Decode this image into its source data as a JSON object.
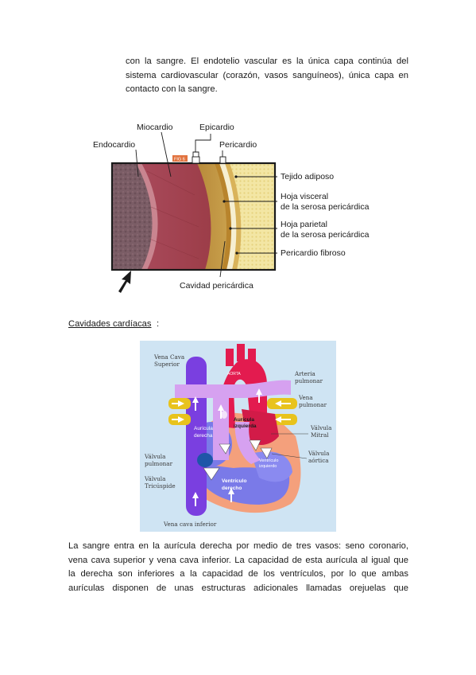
{
  "paragraph1": {
    "lines": [
      "con la sangre. El endotelio vascular es la única capa continúa del",
      "sistema cardiovascular (corazón, vasos sanguíneos), única capa en",
      "contacto con la sangre."
    ]
  },
  "figure1": {
    "labels": {
      "miocardio": "Miocardio",
      "epicardio": "Epicardio",
      "endocardio": "Endocardio",
      "pericardio": "Pericardio",
      "fig_tag": "FIG 6",
      "tejido_adiposo": "Tejido adiposo",
      "hoja_visceral_1": "Hoja visceral",
      "hoja_visceral_2": "de la serosa pericárdica",
      "hoja_parietal_1": "Hoja parietal",
      "hoja_parietal_2": "de la serosa pericárdica",
      "pericardio_fibroso": "Pericardio fibroso",
      "cavidad": "Cavidad pericárdica"
    },
    "colors": {
      "muscle": "#9c3f45",
      "fat": "#f3e6a4",
      "frame": "#1a1a1a",
      "tag": "#e2733f"
    }
  },
  "section_heading": "Cavidades cardíacas",
  "figure2": {
    "labels": {
      "vena_cava_superior_1": "Vena Cava",
      "vena_cava_superior_2": "Superior",
      "arteria_pulmonar_1": "Arteria",
      "arteria_pulmonar_2": "pulmonar",
      "vena_pulmonar_1": "Vena",
      "vena_pulmonar_2": "pulmonar",
      "auricula_izquierda_1": "Aurícula",
      "auricula_izquierda_2": "izquierda",
      "auricula_derecha_1": "Aurícula",
      "auricula_derecha_2": "derecha",
      "valvula_mitral_1": "Válvula",
      "valvula_mitral_2": "Mitral",
      "valvula_aortica_1": "Válvula",
      "valvula_aortica_2": "aórtica",
      "valvula_pulmonar_1": "Válvula",
      "valvula_pulmonar_2": "pulmonar",
      "valvula_tricuspide_1": "Válvula",
      "valvula_tricuspide_2": "Tricúspide",
      "ventriculo_izquierdo_1": "Ventrículo",
      "ventriculo_izquierdo_2": "izquierdo",
      "ventriculo_derecho_1": "Ventrículo",
      "ventriculo_derecho_2": "derecho",
      "vena_cava_inferior": "Vena cava inferior",
      "aorta_tag": "AORTA"
    },
    "colors": {
      "background": "#cfe4f3",
      "vena_cava": "#7a3fe0",
      "artery": "#e31b4f",
      "pulmonary": "#d6a1f0",
      "vein_yellow": "#e8c31c",
      "wall": "#f4a07c",
      "chamber": "#7a7ae8"
    }
  },
  "paragraph2": {
    "lines": [
      "La sangre entra en la aurícula derecha por medio de tres vasos: seno coronario,",
      "vena cava superior y vena cava inferior. La capacidad de esta aurícula al igual que",
      "la derecha son inferiores a la capacidad de los ventrículos, por lo que ambas",
      "aurículas disponen de unas estructuras adicionales llamadas orejuelas que"
    ]
  }
}
